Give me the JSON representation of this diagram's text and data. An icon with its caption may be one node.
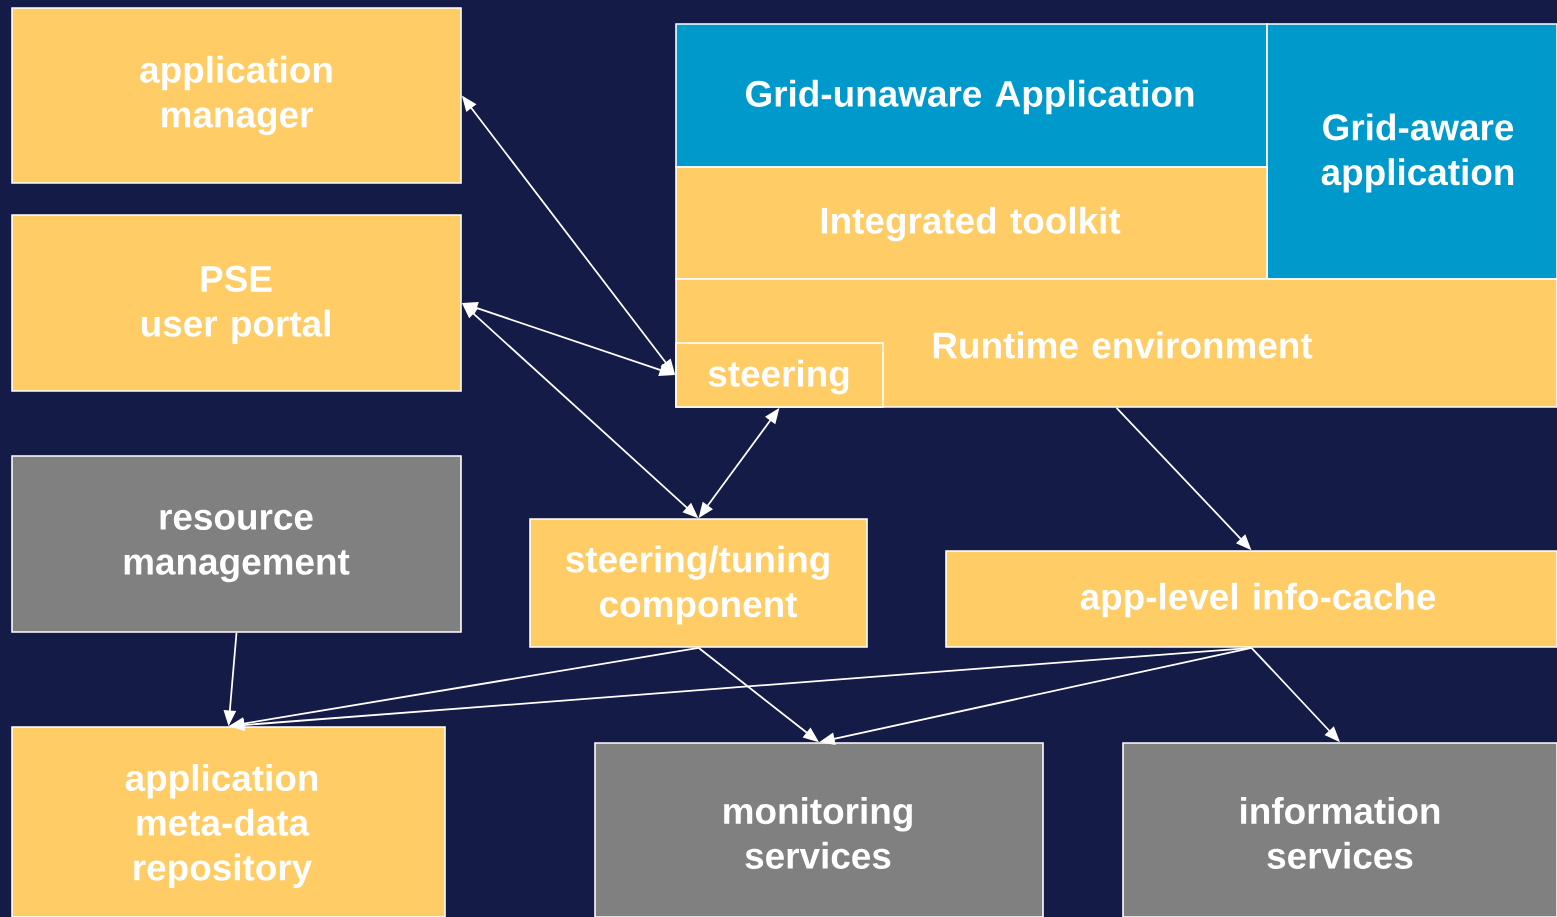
{
  "diagram": {
    "nodes": [
      {
        "text": [
          "application manager"
        ]
      },
      {
        "text": [
          "Grid-unaware Application"
        ]
      },
      {
        "text": [
          "Grid-aware application"
        ]
      },
      {
        "text": [
          "Integrated toolkit"
        ]
      },
      {
        "text": [
          "PSE user portal"
        ]
      },
      {
        "text": [
          "Runtime environment"
        ]
      },
      {
        "text": [
          "steering"
        ],
        "in": 5
      },
      {
        "text": [
          "resource management"
        ]
      },
      {
        "text": [
          "steering/tuning component"
        ]
      },
      {
        "text": [
          "app-level info-cache"
        ]
      },
      {
        "text": [
          "application meta-data repository"
        ]
      },
      {
        "text": [
          "monitoring services"
        ]
      },
      {
        "text": [
          "information services"
        ]
      }
    ],
    "edges": [
      {
        "from": 0,
        "to": 6,
        "arrow": "both"
      },
      {
        "from": 4,
        "to": 6,
        "arrow": "both"
      },
      {
        "from": 4,
        "to": 8,
        "arrow": "both"
      },
      {
        "from": 6,
        "to": 8,
        "arrow": "both"
      },
      {
        "from": 5,
        "to": 9,
        "arrow": "to"
      },
      {
        "from": 7,
        "to": 10,
        "arrow": "to"
      },
      {
        "from": 8,
        "to": 10,
        "arrow": "to"
      },
      {
        "from": 8,
        "to": 11,
        "arrow": "to"
      },
      {
        "from": 9,
        "to": 10,
        "arrow": "to"
      },
      {
        "from": 9,
        "to": 11,
        "arrow": "to"
      },
      {
        "from": 9,
        "to": 12,
        "arrow": "to"
      }
    ]
  }
}
